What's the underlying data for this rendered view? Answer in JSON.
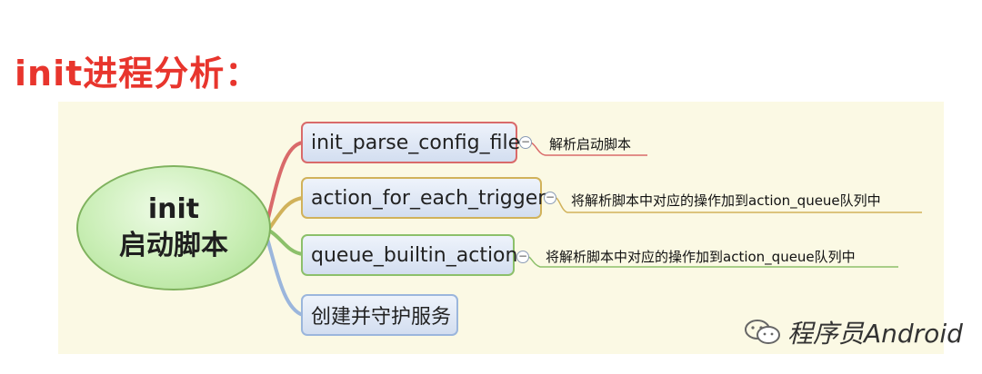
{
  "title": "init进程分析：",
  "mindmap": {
    "root": {
      "line1": "init",
      "line2": "启动脚本"
    },
    "branches": [
      {
        "label": "init_parse_config_file",
        "note": "解析启动脚本",
        "color": "#d96a6a"
      },
      {
        "label": "action_for_each_trigger",
        "note": "将解析脚本中对应的操作加到action_queue队列中",
        "color": "#d1b25a"
      },
      {
        "label": "queue_builtin_action",
        "note": "将解析脚本中对应的操作加到action_queue队列中",
        "color": "#8cc06a"
      },
      {
        "label": "创建并守护服务",
        "note": "",
        "color": "#9bb6dc"
      }
    ]
  },
  "watermark": {
    "text": "程序员Android",
    "icon": "wechat-icon"
  },
  "colors": {
    "title": "#e8352d",
    "panel": "#fbf9e4",
    "root_fill": "#c9eeb5"
  }
}
